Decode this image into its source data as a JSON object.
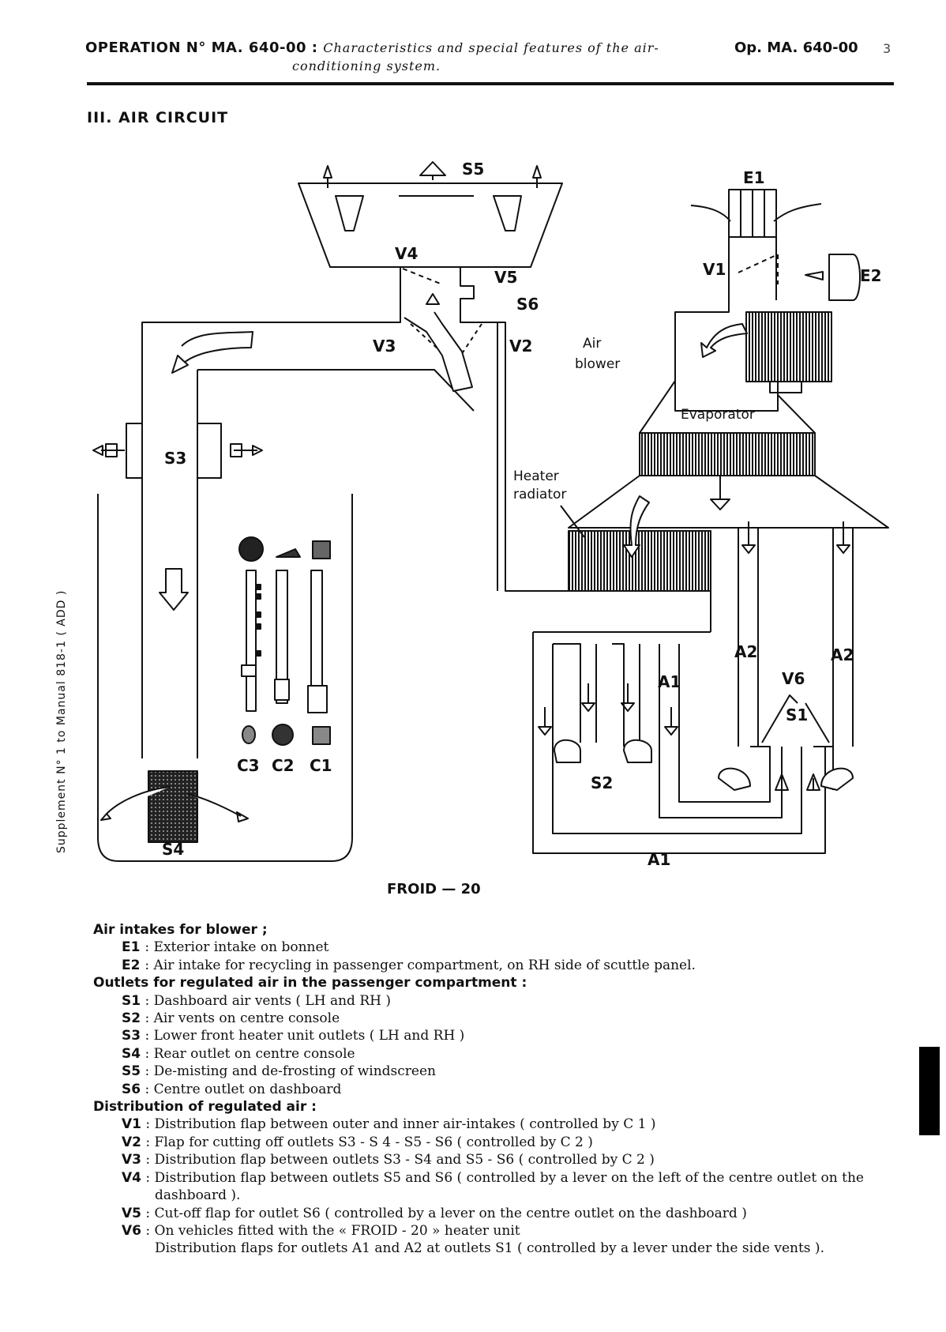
{
  "header": {
    "operation": "OPERATION N° MA. 640-00 :",
    "subject_line1": "Characteristics and special features of the air-",
    "subject_line2": "conditioning system.",
    "ref": "Op. MA. 640-00",
    "page": "3"
  },
  "section_title": "III. AIR CIRCUIT",
  "side_note": "Supplement N° 1 to Manual 818-1 ( ADD )",
  "diagram": {
    "labels": {
      "s5": "S5",
      "e1": "E1",
      "e2": "E2",
      "v1": "V1",
      "v4": "V4",
      "v5": "V5",
      "s6": "S6",
      "v3": "V3",
      "v2": "V2",
      "air_blower_1": "Air",
      "air_blower_2": "blower",
      "evaporator": "Evaporator",
      "heater_1": "Heater",
      "heater_2": "radiator",
      "s3": "S3",
      "s4": "S4",
      "s2": "S2",
      "s1": "S1",
      "v6": "V6",
      "a1_top": "A1",
      "a1_bottom": "A1",
      "a2_left": "A2",
      "a2_right": "A2",
      "c3": "C3",
      "c2": "C2",
      "c1": "C1"
    },
    "caption": "FROID — 20"
  },
  "legend": {
    "intakes_head": "Air intakes for blower ;",
    "intakes": [
      {
        "code": "E1",
        "text": ": Exterior intake on bonnet"
      },
      {
        "code": "E2",
        "text": ": Air intake for recycling in passenger compartment, on RH side of scuttle panel."
      }
    ],
    "outlets_head": "Outlets for regulated air in the passenger compartment :",
    "outlets": [
      {
        "code": "S1",
        "text": ": Dashboard air vents ( LH and RH )"
      },
      {
        "code": "S2",
        "text": ": Air vents on centre console"
      },
      {
        "code": "S3",
        "text": ": Lower front heater unit outlets ( LH and RH )"
      },
      {
        "code": "S4",
        "text": ": Rear outlet on centre console"
      },
      {
        "code": "S5",
        "text": ": De-misting and de-frosting of windscreen"
      },
      {
        "code": "S6",
        "text": ": Centre outlet on dashboard"
      }
    ],
    "distribution_head": "Distribution of regulated air :",
    "distribution": [
      {
        "code": "V1",
        "text": ": Distribution flap between outer and inner air-intakes ( controlled by C 1 )"
      },
      {
        "code": "V2",
        "text": ": Flap for cutting off outlets S3 - S 4 - S5 - S6 ( controlled by C 2 )"
      },
      {
        "code": "V3",
        "text": ": Distribution flap between outlets S3 - S4 and S5 - S6 ( controlled by C 2 )"
      },
      {
        "code": "V4",
        "text": ": Distribution flap between outlets S5 and S6 ( controlled by a lever on the left of the centre outlet on the"
      },
      {
        "code": "",
        "text": "dashboard )."
      },
      {
        "code": "V5",
        "text": ": Cut-off flap for outlet S6 ( controlled by a lever on the centre outlet on the dashboard )"
      },
      {
        "code": "V6",
        "text": ": On vehicles fitted with the « FROID - 20 » heater unit"
      },
      {
        "code": "",
        "text": "Distribution flaps for outlets A1 and A2 at outlets S1 ( controlled by a lever under the side vents )."
      }
    ]
  }
}
